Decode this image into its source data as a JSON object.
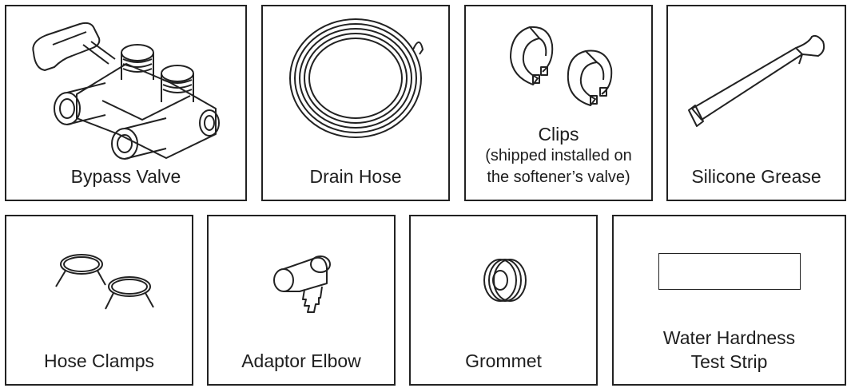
{
  "items": {
    "bypass_valve": {
      "label": "Bypass Valve"
    },
    "drain_hose": {
      "label": "Drain Hose"
    },
    "clips": {
      "label": "Clips",
      "note_line1": "(shipped installed on",
      "note_line2": "the softener’s valve)"
    },
    "silicone_grease": {
      "label": "Silicone Grease"
    },
    "hose_clamps": {
      "label": "Hose Clamps"
    },
    "adaptor_elbow": {
      "label": "Adaptor Elbow"
    },
    "grommet": {
      "label": "Grommet"
    },
    "water_hardness": {
      "label_line1": "Water Hardness",
      "label_line2": "Test Strip"
    }
  }
}
